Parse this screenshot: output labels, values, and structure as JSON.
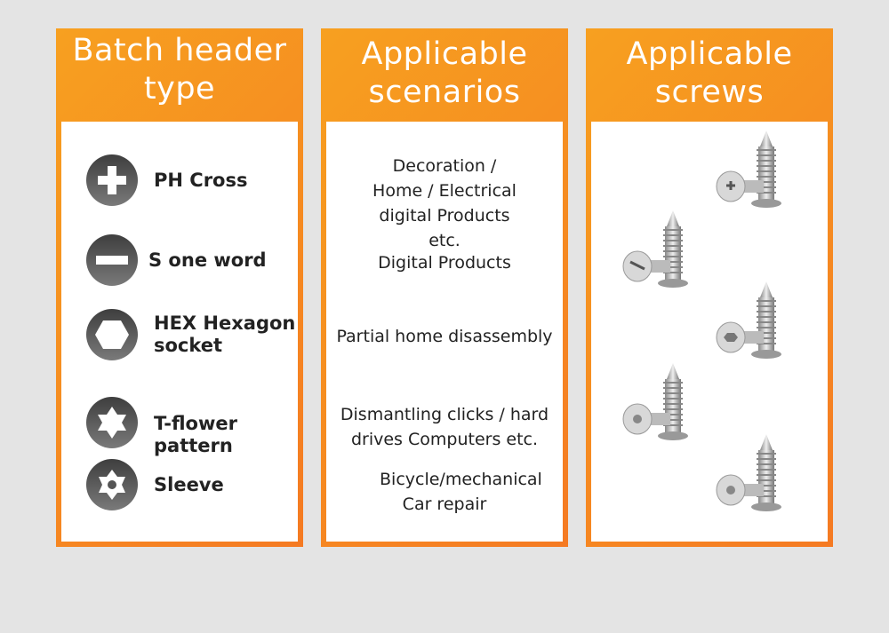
{
  "columns": [
    {
      "title": "Batch header type"
    },
    {
      "title": "Applicable scenarios"
    },
    {
      "title": "Applicable screws"
    }
  ],
  "types": [
    {
      "label": "PH Cross",
      "icon": "cross-icon"
    },
    {
      "label": "S one word",
      "icon": "slot-icon"
    },
    {
      "label": "HEX Hexagon socket",
      "icon": "hexagon-icon"
    },
    {
      "label": "T-flower pattern",
      "icon": "torx-icon"
    },
    {
      "label": "Sleeve",
      "icon": "security-torx-icon"
    }
  ],
  "scenarios": [
    "Decoration / Home / Electrical digital Products etc.",
    "Digital Products",
    "Partial home disassembly",
    "Dismantling clicks / hard drives Computers etc.",
    "Bicycle/mechanical Car repair"
  ],
  "colors": {
    "orange": "#f58a22",
    "background": "#e4e4e4"
  }
}
